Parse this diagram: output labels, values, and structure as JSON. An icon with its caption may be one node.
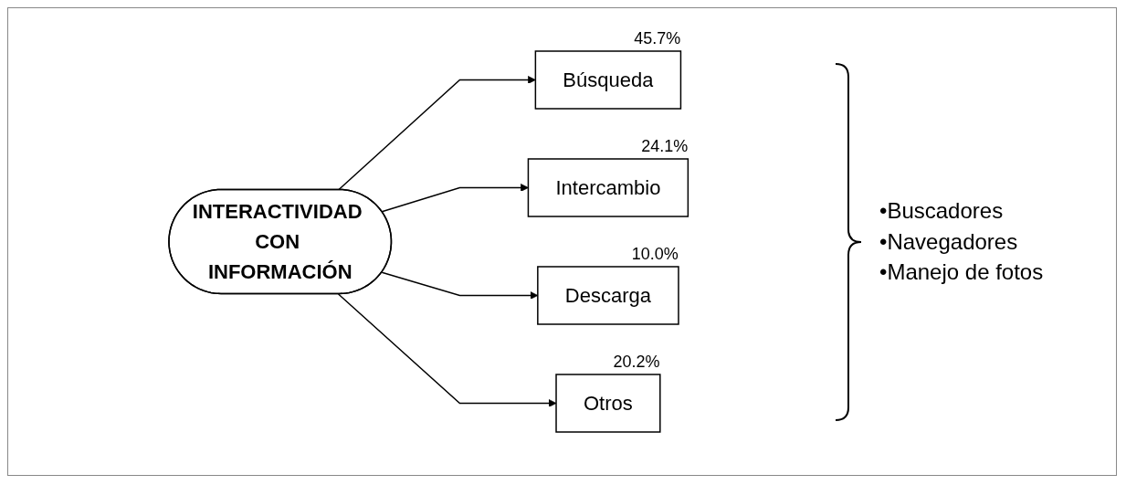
{
  "diagram": {
    "nodes": [
      {
        "text": [
          "INTERACTIVIDAD CON INFORMACIÓN"
        ]
      },
      {
        "text": [
          "Búsqueda"
        ],
        "beside": [
          "45.7%"
        ]
      },
      {
        "text": [
          "Intercambio"
        ],
        "beside": [
          "24.1%"
        ]
      },
      {
        "text": [
          "Descarga"
        ],
        "beside": [
          "10.0%"
        ]
      },
      {
        "text": [
          "Otros"
        ],
        "beside": [
          "20.2%"
        ]
      }
    ],
    "edges": [
      {
        "from": 0,
        "to": 1,
        "arrow": "to"
      },
      {
        "from": 0,
        "to": 2,
        "arrow": "to"
      },
      {
        "from": 0,
        "to": 3,
        "arrow": "to"
      },
      {
        "from": 0,
        "to": 4,
        "arrow": "to"
      }
    ],
    "labels": [
      "•Buscadores",
      "•Navegadores",
      "•Manejo de fotos"
    ]
  }
}
